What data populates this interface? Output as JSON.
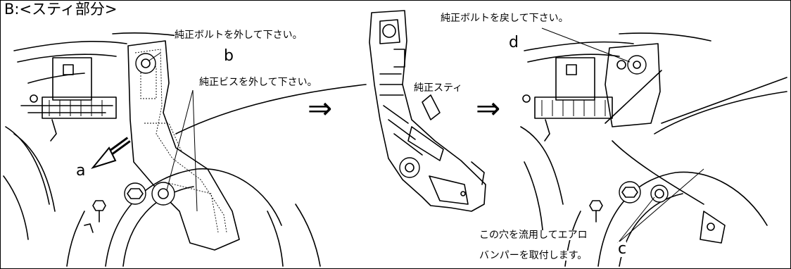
{
  "title": "B:<スティ部分>",
  "panels": {
    "left": {
      "bolt_note": "純正ボルトを外して下さい。",
      "bolt_label": "b",
      "screw_note": "純正ビスを外して下さい。",
      "pull_label": "a"
    },
    "middle": {
      "stay_label": "純正スティ"
    },
    "right": {
      "bolt_return_note": "純正ボルトを戻して下さい。",
      "bolt_label": "d",
      "hole_note_line1": "この穴を流用してエアロ",
      "hole_note_line2": "バンパーを取付します。",
      "hole_label": "c"
    }
  },
  "arrows": [
    "⇒",
    "⇒"
  ]
}
